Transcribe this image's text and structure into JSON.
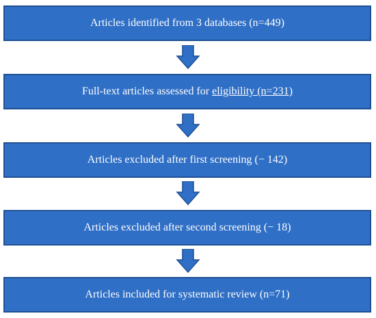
{
  "flowchart": {
    "steps": [
      {
        "text": "Articles identified from 3 databases (n=449)"
      },
      {
        "text_before": "Full-text articles assessed for ",
        "text_underlined": "eligibility (n=231) "
      },
      {
        "text": "Articles excluded after first screening (− 142)"
      },
      {
        "text": "Articles excluded after second screening (− 18)"
      },
      {
        "text": "Articles included for systematic review (n=71)"
      }
    ]
  },
  "colors": {
    "box_fill": "#2f6fc6",
    "box_border": "#1f4f93",
    "arrow_fill": "#2f6fc6",
    "text": "#ffffff"
  }
}
